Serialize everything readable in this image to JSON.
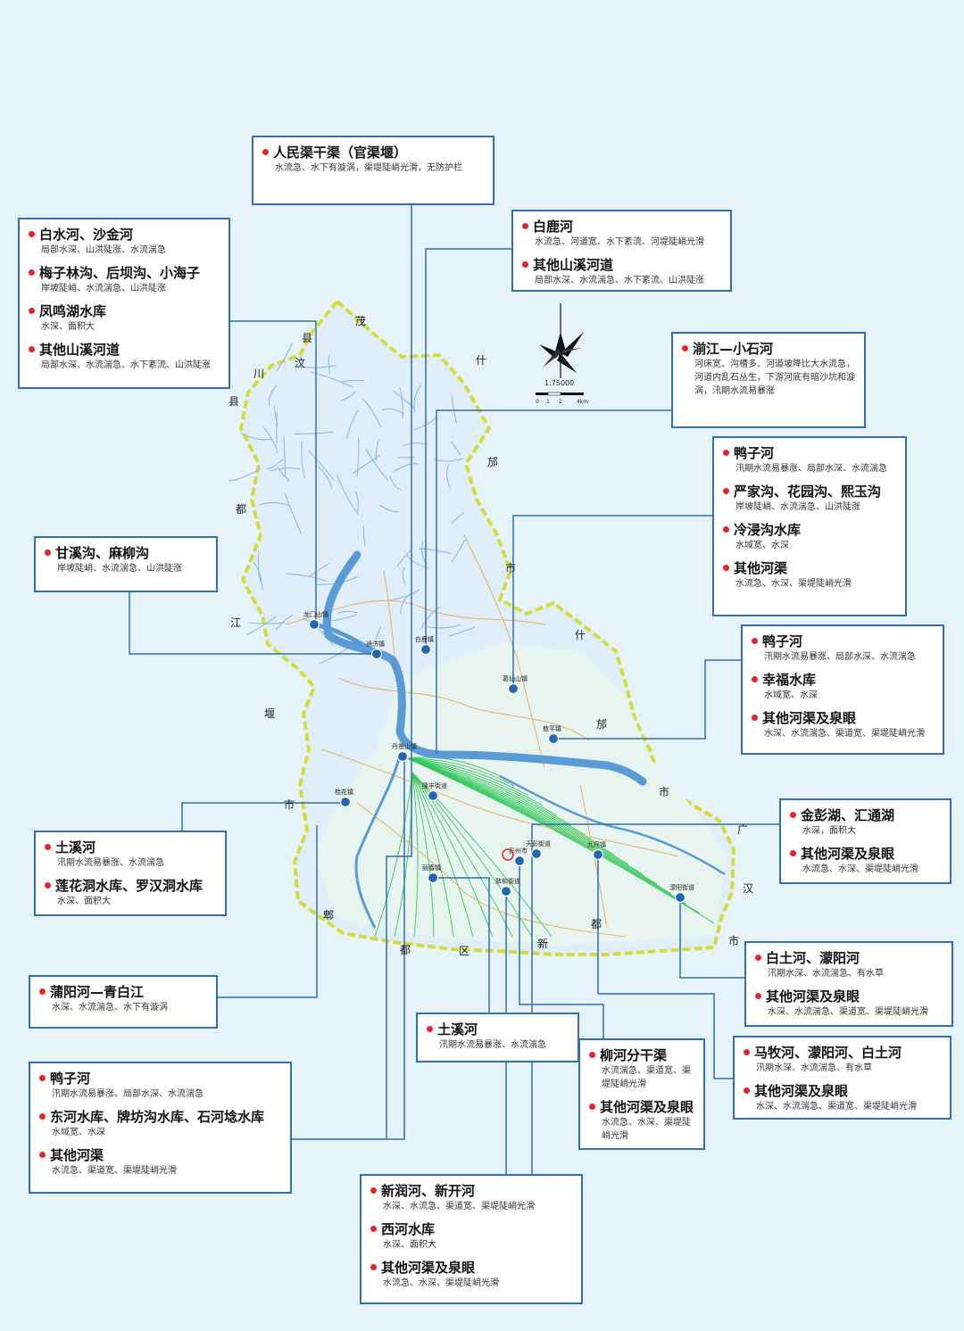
{
  "colors": {
    "background": "#e7f3fb",
    "box_border": "#2f6fb2",
    "bullet": "#e8232b",
    "leader_line": "#2f6fb2",
    "boundary": "#d5dc3a",
    "river": "#5b9bd5",
    "irrigation": "#33c85a",
    "road": "#e3b35c"
  },
  "boxes": [
    {
      "entries": [
        {
          "title": "人民渠干渠（官渠堰）",
          "desc": "水流急、水下有漩涡，渠堤陡峭光滑，无防护栏"
        }
      ]
    },
    {
      "entries": [
        {
          "title": "白水河、沙金河",
          "desc": "局部水深、山洪陡涨、水流湍急"
        },
        {
          "title": "梅子林沟、后坝沟、小海子",
          "desc": "岸坡陡峭、水流湍急、山洪陡涨"
        },
        {
          "title": "凤鸣湖水库",
          "desc": "水深、面积大"
        },
        {
          "title": "其他山溪河道",
          "desc": "局部水深、水流湍急、水下紊流、山洪陡涨"
        }
      ]
    },
    {
      "entries": [
        {
          "title": "白鹿河",
          "desc": "水流急、河道宽、水下紊流、河堤陡峭光滑"
        },
        {
          "title": "其他山溪河道",
          "desc": "局部水深、水流湍急、水下紊流、山洪陡涨"
        }
      ]
    },
    {
      "entries": [
        {
          "title": "湔江—小石河",
          "desc": "河床宽、沟槽多、河道坡降比大水流急，河道内乱石丛生，下游河底有暗沙坑和漩涡，汛期水流易暴涨"
        }
      ]
    },
    {
      "entries": [
        {
          "title": "鸭子河",
          "desc": "汛期水流易暴涨、局部水深、水流湍急"
        },
        {
          "title": "严家沟、花园沟、熙玉沟",
          "desc": "岸坡陡峭、水流湍急、山洪陡涨"
        },
        {
          "title": "冷浸沟水库",
          "desc": "水域宽、水深"
        },
        {
          "title": "其他河渠",
          "desc": "水流急、水深、渠堤陡峭光滑"
        }
      ]
    },
    {
      "entries": [
        {
          "title": "甘溪沟、麻柳沟",
          "desc": "岸坡陡峭、水流湍急、山洪陡涨"
        }
      ]
    },
    {
      "entries": [
        {
          "title": "鸭子河",
          "desc": "汛期水流易暴涨、局部水深、水流湍急"
        },
        {
          "title": "幸福水库",
          "desc": "水域宽、水深"
        },
        {
          "title": "其他河渠及泉眼",
          "desc": "水深、水流湍急、渠道宽、渠堤陡峭光滑"
        }
      ]
    },
    {
      "entries": [
        {
          "title": "土溪河",
          "desc": "汛期水流易暴涨、水流湍急"
        },
        {
          "title": "莲花洞水库、罗汉洞水库",
          "desc": "水深、面积大"
        }
      ]
    },
    {
      "entries": [
        {
          "title": "金彭湖、汇通湖",
          "desc": "水深，面积大"
        },
        {
          "title": "其他河渠及泉眼",
          "desc": "水流急、水深、渠堤陡峭光滑"
        }
      ]
    },
    {
      "entries": [
        {
          "title": "蒲阳河—青白江",
          "desc": "水深、水流湍急、水下有漩涡"
        }
      ]
    },
    {
      "entries": [
        {
          "title": "白土河、濛阳河",
          "desc": "汛期水深、水流湍急、有水草"
        },
        {
          "title": "其他河渠及泉眼",
          "desc": "水深、水流湍急、渠道宽、渠堤陡峭光滑"
        }
      ]
    },
    {
      "entries": [
        {
          "title": "土溪河",
          "desc": "汛期水流易暴涨、水流湍急"
        }
      ]
    },
    {
      "entries": [
        {
          "title": "柳河分干渠",
          "desc": "水流湍急、渠道宽、渠堤陡峭光滑"
        },
        {
          "title": "其他河渠及泉眼",
          "desc": "水流急、水深、渠堤陡峭光滑"
        }
      ]
    },
    {
      "entries": [
        {
          "title": "马牧河、濛阳河、白土河",
          "desc": "汛期水深、水流湍急、有水草"
        },
        {
          "title": "其他河渠及泉眼",
          "desc": "水深、水流湍急、渠道宽、渠堤陡峭光滑"
        }
      ]
    },
    {
      "entries": [
        {
          "title": "鸭子河",
          "desc": "汛期水流易暴涨、局部水深、水流湍急"
        },
        {
          "title": "东河水库、牌坊沟水库、石河埝水库",
          "desc": "水域宽、水深"
        },
        {
          "title": "其他河渠",
          "desc": "水流急、渠道宽、渠堤陡峭光滑"
        }
      ]
    },
    {
      "entries": [
        {
          "title": "新润河、新开河",
          "desc": "水深、水流急、渠道宽、渠堤陡峭光滑"
        },
        {
          "title": "西河水库",
          "desc": "水深、面积大"
        },
        {
          "title": "其他河渠及泉眼",
          "desc": "水流急、水深、渠堤陡峭光滑"
        }
      ]
    }
  ],
  "map_labels": [
    "茂",
    "县",
    "汶",
    "川",
    "县",
    "什",
    "邡",
    "市",
    "都",
    "江",
    "堰",
    "市",
    "什",
    "邡",
    "市",
    "广",
    "汉",
    "市",
    "郫",
    "都",
    "区",
    "新",
    "都"
  ],
  "towns": [
    "龙门山镇",
    "通济镇",
    "白鹿镇",
    "葛仙山镇",
    "敖平镇",
    "丹景山镇",
    "隆丰街道",
    "桂花镇",
    "丽春镇",
    "致和街道",
    "彭州市",
    "天彭街道",
    "九尺镇",
    "濛阳街道"
  ],
  "scale": {
    "ratio": "1:75000",
    "ticks": [
      "0",
      "1",
      "2",
      "4km"
    ]
  }
}
